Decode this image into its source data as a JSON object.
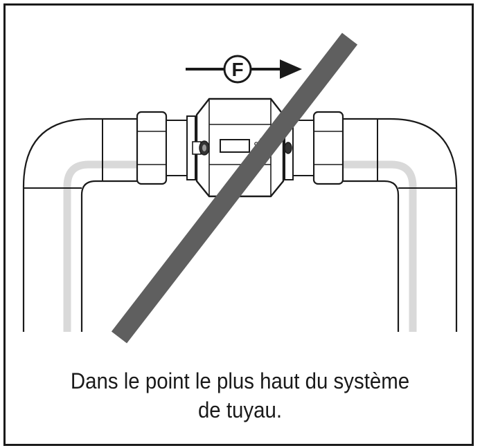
{
  "flow_marker": {
    "label": "F",
    "icon": "arrow-right-icon"
  },
  "prohibition": {
    "icon": "diagonal-strike-icon",
    "color": "#5f5f5f"
  },
  "caption": {
    "line1": "Dans le point le plus haut du système",
    "line2": "de tuyau."
  },
  "colors": {
    "outline": "#1a1a1a",
    "pipe_fill": "#ffffff",
    "inner_wall": "#d9d9d9"
  }
}
